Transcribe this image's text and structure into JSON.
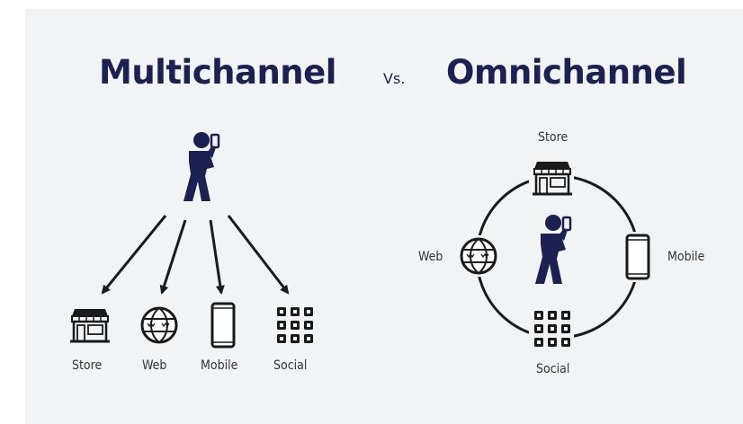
{
  "titles": {
    "left": "Multichannel",
    "vs": "Vs.",
    "right": "Omnichannel"
  },
  "multichannel": {
    "labels": [
      "Store",
      "Web",
      "Mobile",
      "Social"
    ]
  },
  "omnichannel": {
    "labels": {
      "store": "Store",
      "web": "Web",
      "mobile": "Mobile",
      "social": "Social"
    }
  },
  "colors": {
    "navy": "#1b2150",
    "ink": "#1a1a1a",
    "background": "#f2f3f4"
  },
  "icons": [
    "person-icon",
    "store-icon",
    "globe-icon",
    "mobile-phone-icon",
    "social-grid-icon",
    "arrow-icon"
  ]
}
